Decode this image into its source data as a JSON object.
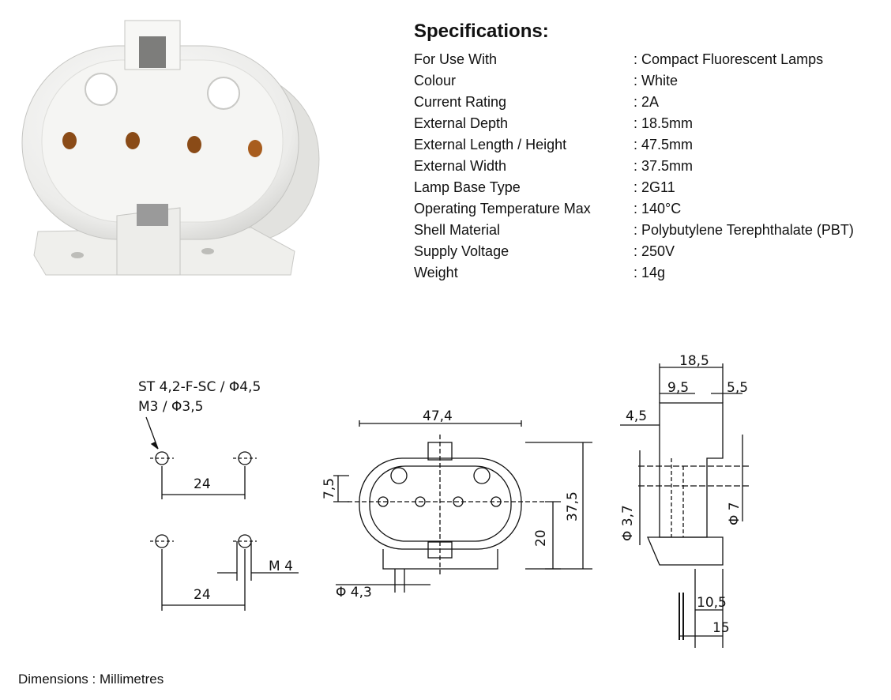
{
  "title": "Specifications:",
  "specs": [
    {
      "label": "For Use With",
      "value": ": Compact Fluorescent Lamps"
    },
    {
      "label": "Colour",
      "value": ": White"
    },
    {
      "label": "Current Rating",
      "value": ": 2A"
    },
    {
      "label": "External Depth",
      "value": ": 18.5mm"
    },
    {
      "label": "External Length / Height",
      "value": ": 47.5mm"
    },
    {
      "label": "External Width",
      "value": ": 37.5mm"
    },
    {
      "label": "Lamp Base Type",
      "value": ": 2G11"
    },
    {
      "label": "Operating Temperature Max",
      "value": ": 140°C"
    },
    {
      "label": "Shell Material",
      "value": ": Polybutylene Terephthalate (PBT)"
    },
    {
      "label": "Supply Voltage",
      "value": ": 250V"
    },
    {
      "label": "Weight",
      "value": ": 14g"
    }
  ],
  "drawing": {
    "screw_spec_1": "ST 4,2-F-SC / Φ4,5",
    "screw_spec_2": "M3 / Φ3,5",
    "hole_spacing_top": "24",
    "hole_spacing_bottom": "24",
    "thread": "M 4",
    "width_dim": "47,4",
    "pin_dim": "7,5",
    "height_dim": "37,5",
    "lower_dim": "20",
    "hole_dia": "Φ 4,3",
    "depth_dim": "18,5",
    "dim_9_5": "9,5",
    "dim_5_5": "5,5",
    "dim_4_5": "4,5",
    "dim_3_7": "Φ 3,7",
    "dim_7": "Φ 7",
    "dim_10_5": "10,5",
    "dim_15": "15"
  },
  "footer": "Dimensions : Millimetres",
  "colors": {
    "socket_white": "#f4f4f2",
    "socket_shadow": "#cfcfcc",
    "contact_brown": "#8a4b17",
    "metal": "#9a9a9a"
  }
}
